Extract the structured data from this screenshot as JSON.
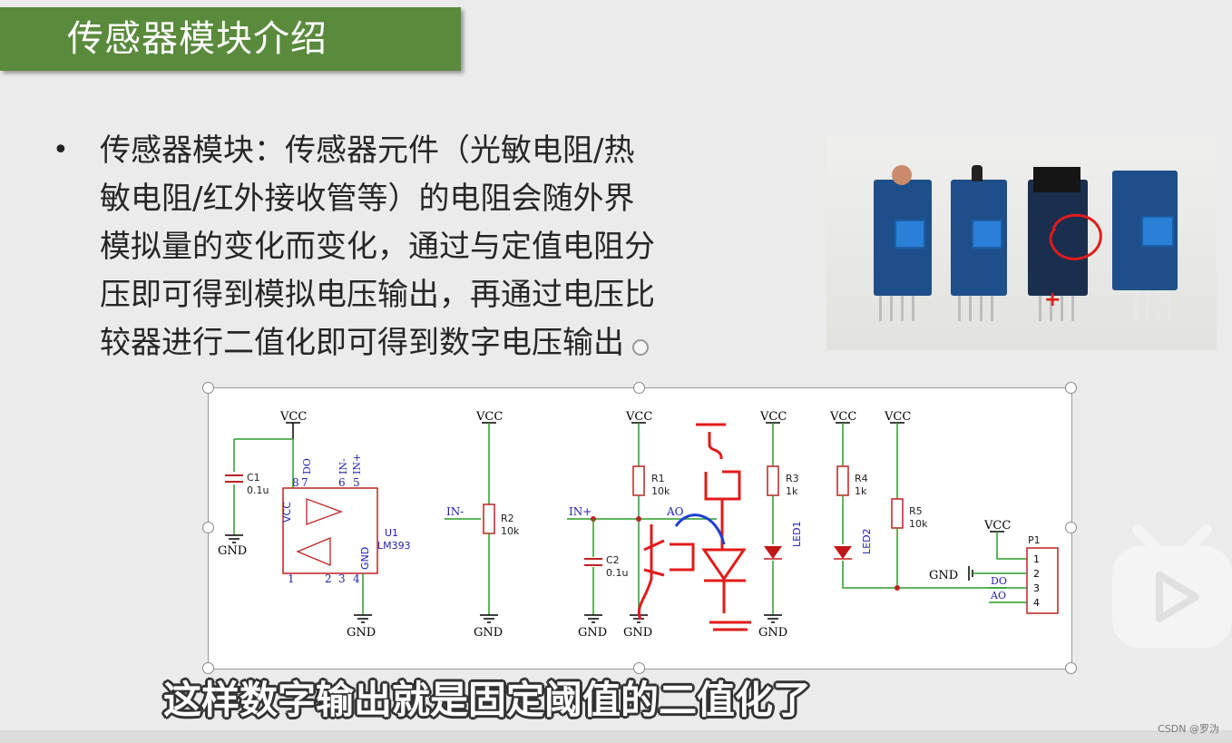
{
  "slide": {
    "title": "传感器模块介绍",
    "bullet_lines": [
      "传感器模块：传感器元件（光敏电阻/热",
      "敏电阻/红外接收管等）的电阻会随外界",
      "模拟量的变化而变化，通过与定值电阻分",
      "压即可得到模拟电压输出，再通过电压比",
      "较器进行二值化即可得到数字电压输出"
    ]
  },
  "schematic": {
    "vcc": "VCC",
    "gnd": "GND",
    "c1_ref": "C1",
    "c1_val": "0.1u",
    "u1_ref": "U1",
    "u1_val": "LM393",
    "pin8": "8",
    "pin7": "7",
    "pin6": "6",
    "pin5": "5",
    "pin1": "1",
    "pin2": "2",
    "pin3": "3",
    "pin4": "4",
    "do": "DO",
    "in_minus": "IN-",
    "in_plus": "IN+",
    "vcc_v": "VCC",
    "gnd_v": "GND",
    "r2_ref": "R2",
    "r2_val": "10k",
    "r1_ref": "R1",
    "r1_val": "10k",
    "c2_ref": "C2",
    "c2_val": "0.1u",
    "ao": "AO",
    "r3_ref": "R3",
    "r3_val": "1k",
    "led1": "LED1",
    "r4_ref": "R4",
    "r4_val": "1k",
    "led2": "LED2",
    "r5_ref": "R5",
    "r5_val": "10k",
    "p1_ref": "P1",
    "p1_pins": [
      "1",
      "2",
      "3",
      "4"
    ]
  },
  "photo_annotation": "+",
  "subtitle": "这样数字输出就是固定阈值的二值化了",
  "watermark": "CSDN @罗沩"
}
